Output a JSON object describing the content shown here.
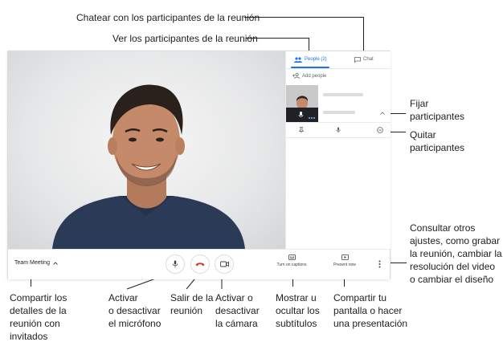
{
  "annotations": {
    "chat": "Chatear con los participantes de la reunión",
    "people": "Ver los participantes de la reunión",
    "pin": "Fijar\nparticipantes",
    "remove": "Quitar\nparticipantes",
    "more": "Consultar otros\najustes, como grabar\nla reunión, cambiar la\nresolución del video\no cambiar el diseño",
    "details": "Compartir los\ndetalles de la\nreunión con\ninvitados",
    "mic": "Activar\no desactivar\nel micrófono",
    "leave": "Salir de la\nreunión",
    "camera": "Activar o\ndesactivar\nla cámara",
    "captions": "Mostrar u\nocultar los\nsubtítulos",
    "present": "Compartir tu\npantalla o hacer\nuna presentación"
  },
  "panel": {
    "tab_people": "People (2)",
    "tab_chat": "Chat",
    "add_people": "Add people"
  },
  "bottombar": {
    "meeting_details": "Team Meeting",
    "captions_label": "Turn on captions",
    "present_label": "Present now"
  },
  "colors": {
    "accent": "#1a73e8",
    "leave": "#d93025",
    "shirt": "#2b3a57",
    "skin": "#c48a6a",
    "hair": "#2a211c"
  },
  "icons": {
    "people": "people-icon",
    "chat": "chat-icon",
    "add_people": "person-add-icon",
    "pin": "pin-icon",
    "mic": "mic-icon",
    "remove": "remove-circle-icon",
    "expand": "chevron-up-icon",
    "leave": "phone-hangup-icon",
    "camera": "videocam-icon",
    "captions": "closed-caption-icon",
    "present": "present-icon",
    "more": "more-vert-icon"
  }
}
